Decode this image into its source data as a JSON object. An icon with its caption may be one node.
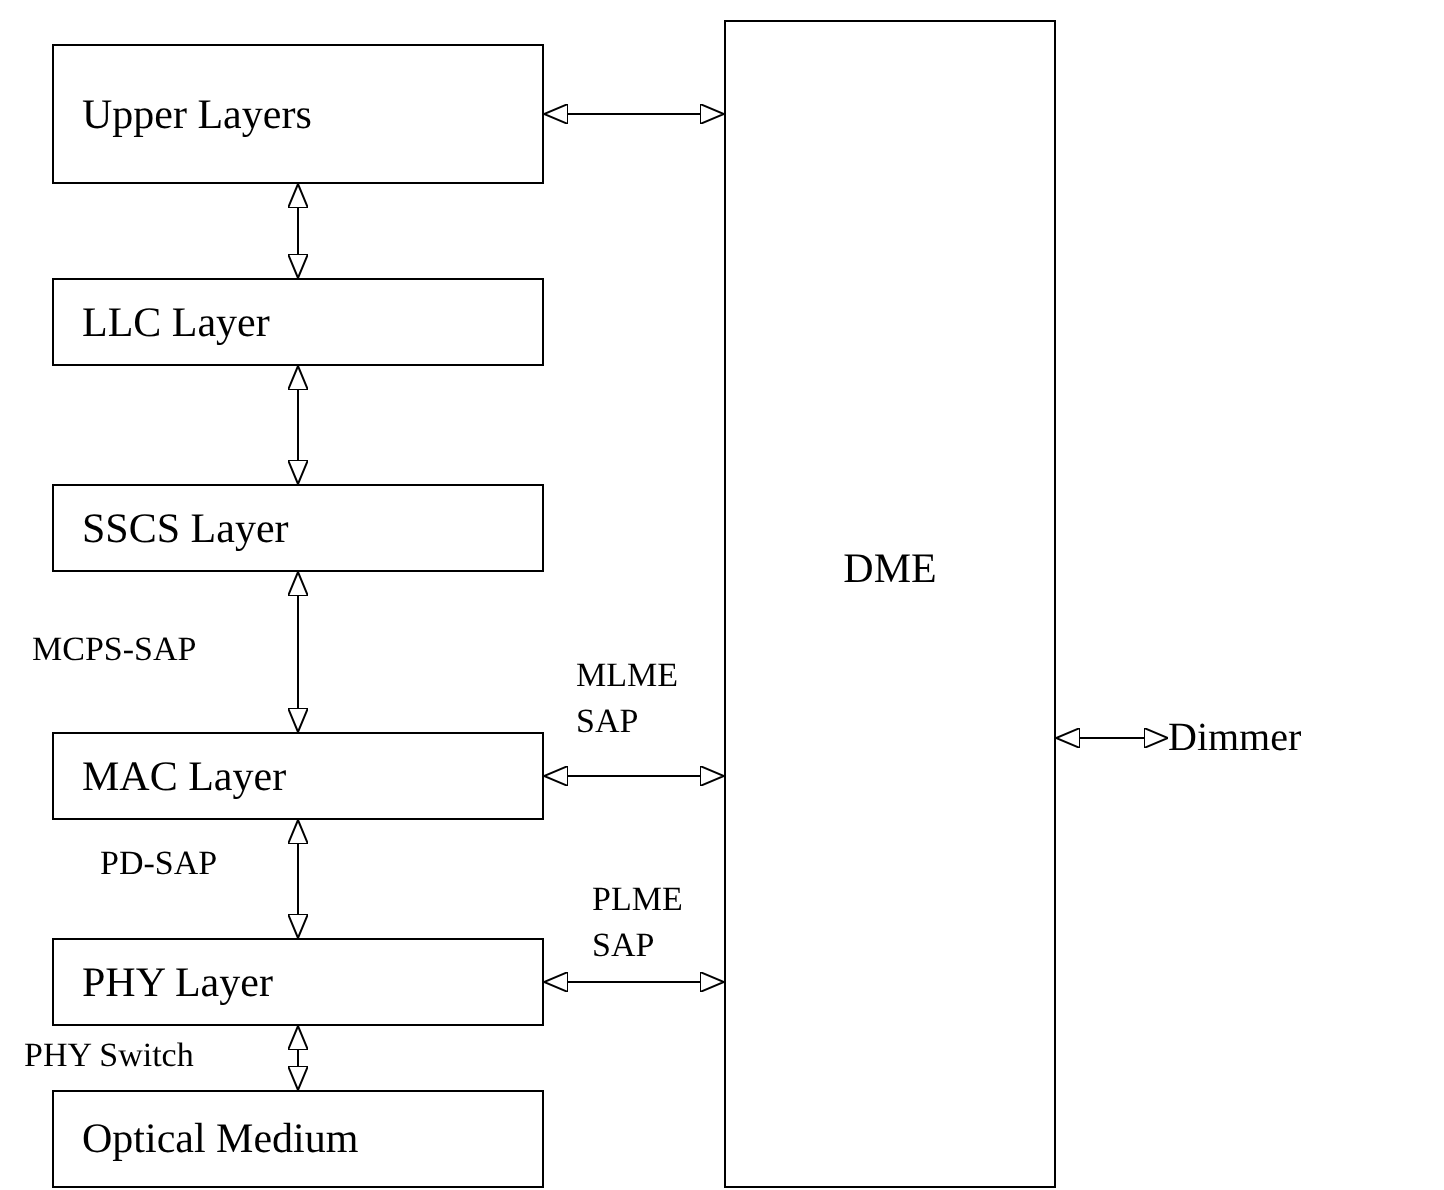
{
  "diagram": {
    "nodes": [
      {
        "text": [
          "Upper Layers"
        ]
      },
      {
        "text": [
          "LLC Layer"
        ]
      },
      {
        "text": [
          "SSCS Layer"
        ]
      },
      {
        "text": [
          "MAC Layer"
        ]
      },
      {
        "text": [
          "PHY Layer"
        ]
      },
      {
        "text": [
          "Optical Medium"
        ]
      },
      {
        "text": [
          "DME"
        ]
      },
      {
        "text": [
          "Dimmer"
        ]
      }
    ],
    "edges": [
      {
        "from": 0,
        "to": 1,
        "arrow": "both"
      },
      {
        "from": 1,
        "to": 2,
        "arrow": "both"
      },
      {
        "from": 2,
        "to": 3,
        "arrow": "both",
        "label": "MCPS-SAP"
      },
      {
        "from": 3,
        "to": 4,
        "arrow": "both",
        "label": "PD-SAP"
      },
      {
        "from": 4,
        "to": 5,
        "arrow": "both",
        "label": "PHY Switch"
      },
      {
        "from": 0,
        "to": 6,
        "arrow": "both"
      },
      {
        "from": 3,
        "to": 6,
        "arrow": "both",
        "label": "MLME SAP"
      },
      {
        "from": 4,
        "to": 6,
        "arrow": "both",
        "label": "PLME SAP"
      },
      {
        "from": 6,
        "to": 7,
        "arrow": "both"
      }
    ]
  }
}
